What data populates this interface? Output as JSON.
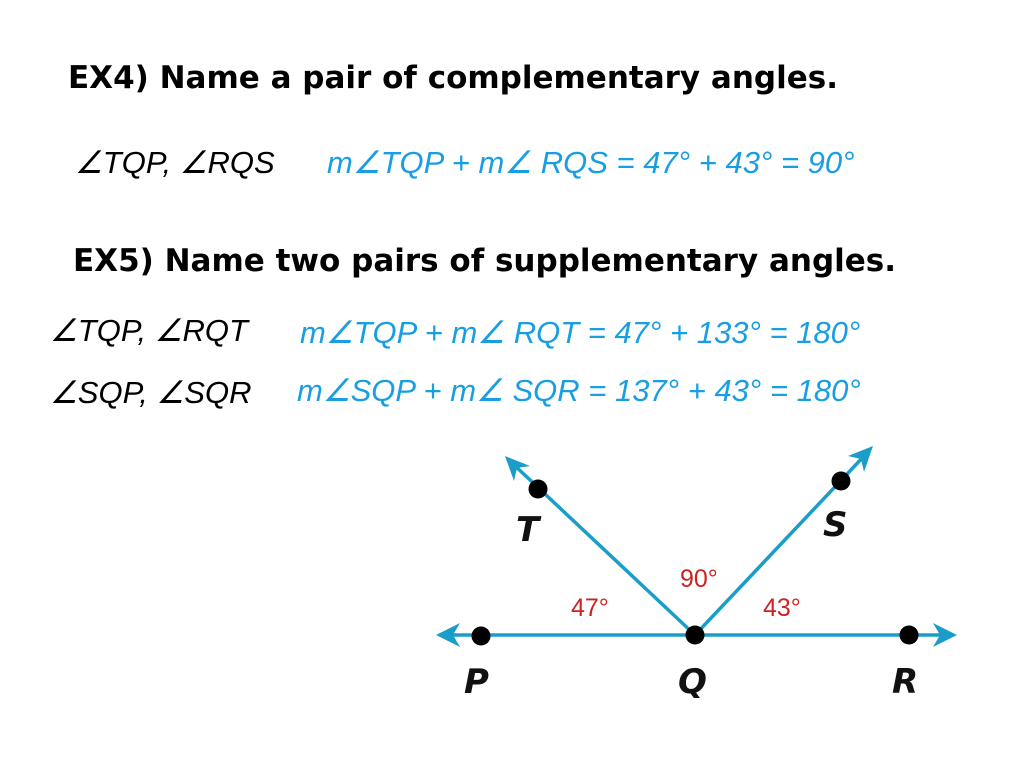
{
  "ex4": {
    "title": "EX4)  Name a pair of complementary angles.",
    "pair": "∠TQP, ∠RQS",
    "equation": "m∠TQP + m∠ RQS = 47° + 43° = 90°"
  },
  "ex5": {
    "title": "EX5)  Name two pairs of supplementary angles.",
    "pairs": [
      {
        "pair": "∠TQP, ∠RQT",
        "equation": "m∠TQP + m∠ RQT = 47° + 133° = 180°"
      },
      {
        "pair": "∠SQP, ∠SQR",
        "equation": "m∠SQP + m∠ SQR = 137° + 43° = 180°"
      }
    ]
  },
  "diagram": {
    "points": {
      "T": "T",
      "S": "S",
      "P": "P",
      "Q": "Q",
      "R": "R"
    },
    "angles": {
      "tqp": "47°",
      "tqs": "90°",
      "sqr": "43°"
    }
  },
  "colors": {
    "equation_text": "#1a9ee3",
    "ray": "#1a9ec9",
    "angle_label": "#cc2222",
    "point": "#000000"
  }
}
